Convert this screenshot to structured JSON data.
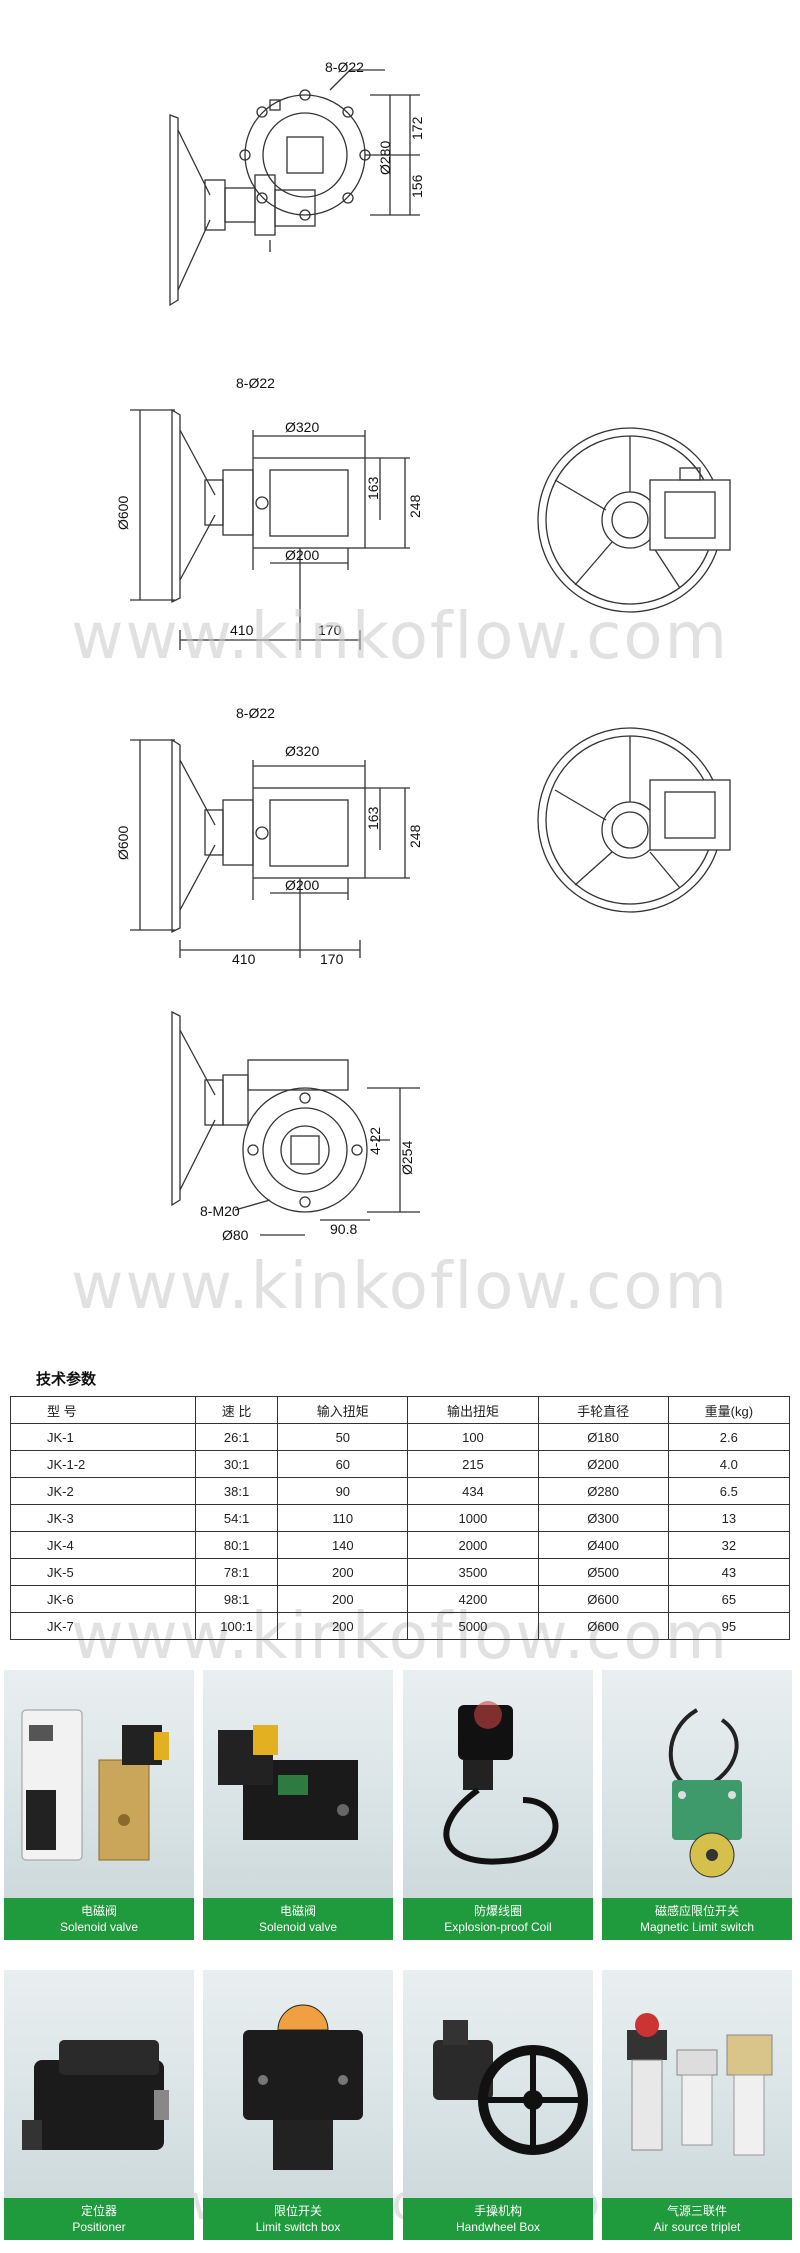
{
  "drawings": {
    "view1": {
      "bolt_label": "8-Ø22",
      "dim_a": "Ø280",
      "dim_b": "172",
      "dim_c": "156"
    },
    "view2": {
      "bolt_label": "8-Ø22",
      "wheel_dia": "Ø600",
      "top_dia": "Ø320",
      "bottom_dia": "Ø200",
      "h1": "163",
      "h2": "248",
      "len1": "410",
      "len2": "170"
    },
    "view3": {
      "bolt_label": "8-Ø22",
      "wheel_dia": "Ø600",
      "top_dia": "Ø320",
      "bottom_dia": "Ø200",
      "h1": "163",
      "h2": "248",
      "len1": "410",
      "len2": "170"
    },
    "view4": {
      "thread_label": "8-M20",
      "bore": "Ø80",
      "offset": "90.8",
      "slots": "4-22",
      "dia": "Ø254"
    }
  },
  "watermark": "www.kinkoflow.com",
  "spec": {
    "title": "技术参数",
    "headers": [
      "型 号",
      "速 比",
      "输入扭矩",
      "输出扭矩",
      "手轮直径",
      "重量(kg)"
    ],
    "rows": [
      [
        "JK-1",
        "26:1",
        "50",
        "100",
        "Ø180",
        "2.6"
      ],
      [
        "JK-1-2",
        "30:1",
        "60",
        "215",
        "Ø200",
        "4.0"
      ],
      [
        "JK-2",
        "38:1",
        "90",
        "434",
        "Ø280",
        "6.5"
      ],
      [
        "JK-3",
        "54:1",
        "110",
        "1000",
        "Ø300",
        "13"
      ],
      [
        "JK-4",
        "80:1",
        "140",
        "2000",
        "Ø400",
        "32"
      ],
      [
        "JK-5",
        "78:1",
        "200",
        "3500",
        "Ø500",
        "43"
      ],
      [
        "JK-6",
        "98:1",
        "200",
        "4200",
        "Ø600",
        "65"
      ],
      [
        "JK-7",
        "100:1",
        "200",
        "5000",
        "Ø600",
        "95"
      ]
    ]
  },
  "products": [
    {
      "cn": "电磁阀",
      "en": "Solenoid valve"
    },
    {
      "cn": "电磁阀",
      "en": "Solenoid valve"
    },
    {
      "cn": "防爆线圈",
      "en": "Explosion-proof Coil"
    },
    {
      "cn": "磁感应限位开关",
      "en": "Magnetic Limit switch"
    },
    {
      "cn": "定位器",
      "en": "Positioner"
    },
    {
      "cn": "限位开关",
      "en": "Limit switch box"
    },
    {
      "cn": "手操机构",
      "en": "Handwheel Box"
    },
    {
      "cn": "气源三联件",
      "en": "Air source triplet"
    }
  ]
}
